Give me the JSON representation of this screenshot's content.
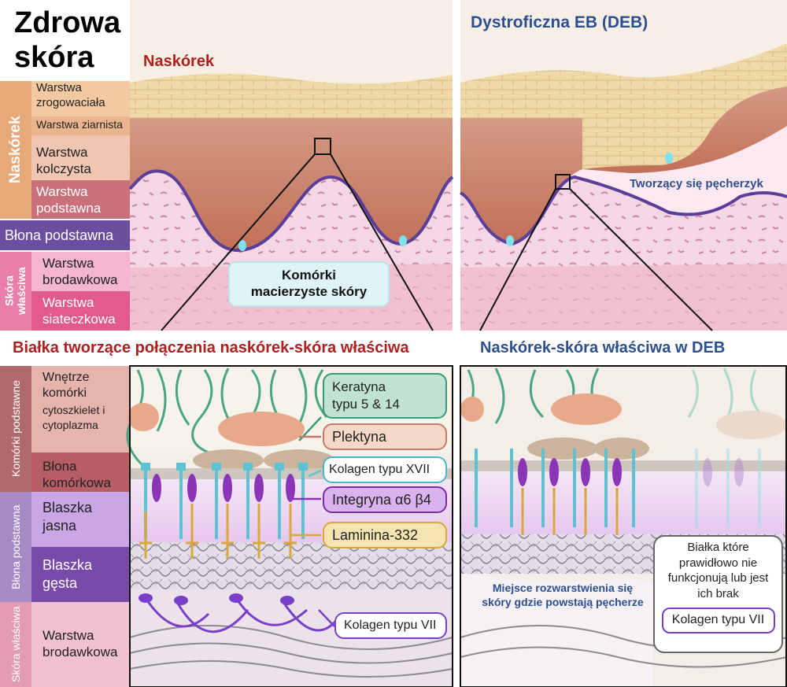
{
  "left_title": {
    "line1": "Zdrowa",
    "line2": "skóra"
  },
  "top_labels": {
    "naskorek": "Naskórek",
    "deb_title": "Dystroficzna EB (DEB)",
    "forming_blister": "Tworzący się pęcherzyk",
    "stem_cells_line1": "Komórki",
    "stem_cells_line2": "macierzyste skóry"
  },
  "legend_top": {
    "naskorek_group": "Naskórek",
    "warstwa_zrogowaciala": "Warstwa zrogowaciała",
    "warstwa_ziarnista": "Warstwa ziarnista",
    "warstwa_kolczysta": "Warstwa kolczysta",
    "warstwa_podstawna": "Warstwa podstawna",
    "blona_podstawna": "Błona podstawna",
    "skora_wlasciwa_group": "Skóra właściwa",
    "warstwa_brodawkowa": "Warstwa brodawkowa",
    "warstwa_siateczkowa": "Warstwa siateczkowa"
  },
  "section_titles": {
    "healthy_junction": "Białka tworzące połączenia naskórek-skóra właściwa",
    "deb_junction": "Naskórek-skóra właściwa w DEB"
  },
  "legend_bottom": {
    "komorki_podstawne_group": "Komórki podstawne",
    "wnetrze_komorki": "Wnętrze komórki",
    "cytoszkielet": "cytoszkielet i cytoplazma",
    "blona_komorkowa": "Błona komórkowa",
    "blona_podstawna_group": "Błona podstawna",
    "blaszka_jasna": "Blaszka jasna",
    "blaszka_gesta": "Blaszka gęsta",
    "skora_wlasciwa_group": "Skóra właściwa",
    "warstwa_brodawkowa": "Warstwa brodawkowa"
  },
  "protein_callouts": {
    "keratyna_line1": "Keratyna",
    "keratyna_line2": "typu 5 & 14",
    "plektyna": "Plektyna",
    "kolagen_xvii": "Kolagen typu XVII",
    "integryna": "Integryna α6 β4",
    "laminina": "Laminina-332",
    "kolagen_vii": "Kolagen typu VII"
  },
  "deb_panel": {
    "split_line1": "Miejsce rozwarstwienia się",
    "split_line2": "skóry gdzie powstają pęcherze",
    "missing_line1": "Białka które",
    "missing_line2": "prawidłowo nie",
    "missing_line3": "funkcjonują lub jest",
    "missing_line4": "ich brak",
    "missing_protein": "Kolagen typu VII"
  },
  "colors": {
    "naskorek_red": "#b02020",
    "deb_blue": "#2e4f8f",
    "membrane_purple": "#5a3e9a",
    "keratin_green": "#3a9a78",
    "plectin_orange": "#d99070",
    "collagen17_cyan": "#5ec3d0",
    "integrin_purple": "#8a35b8",
    "laminin_gold": "#d9a73a",
    "collagen7_purple": "#7a3fc8"
  }
}
